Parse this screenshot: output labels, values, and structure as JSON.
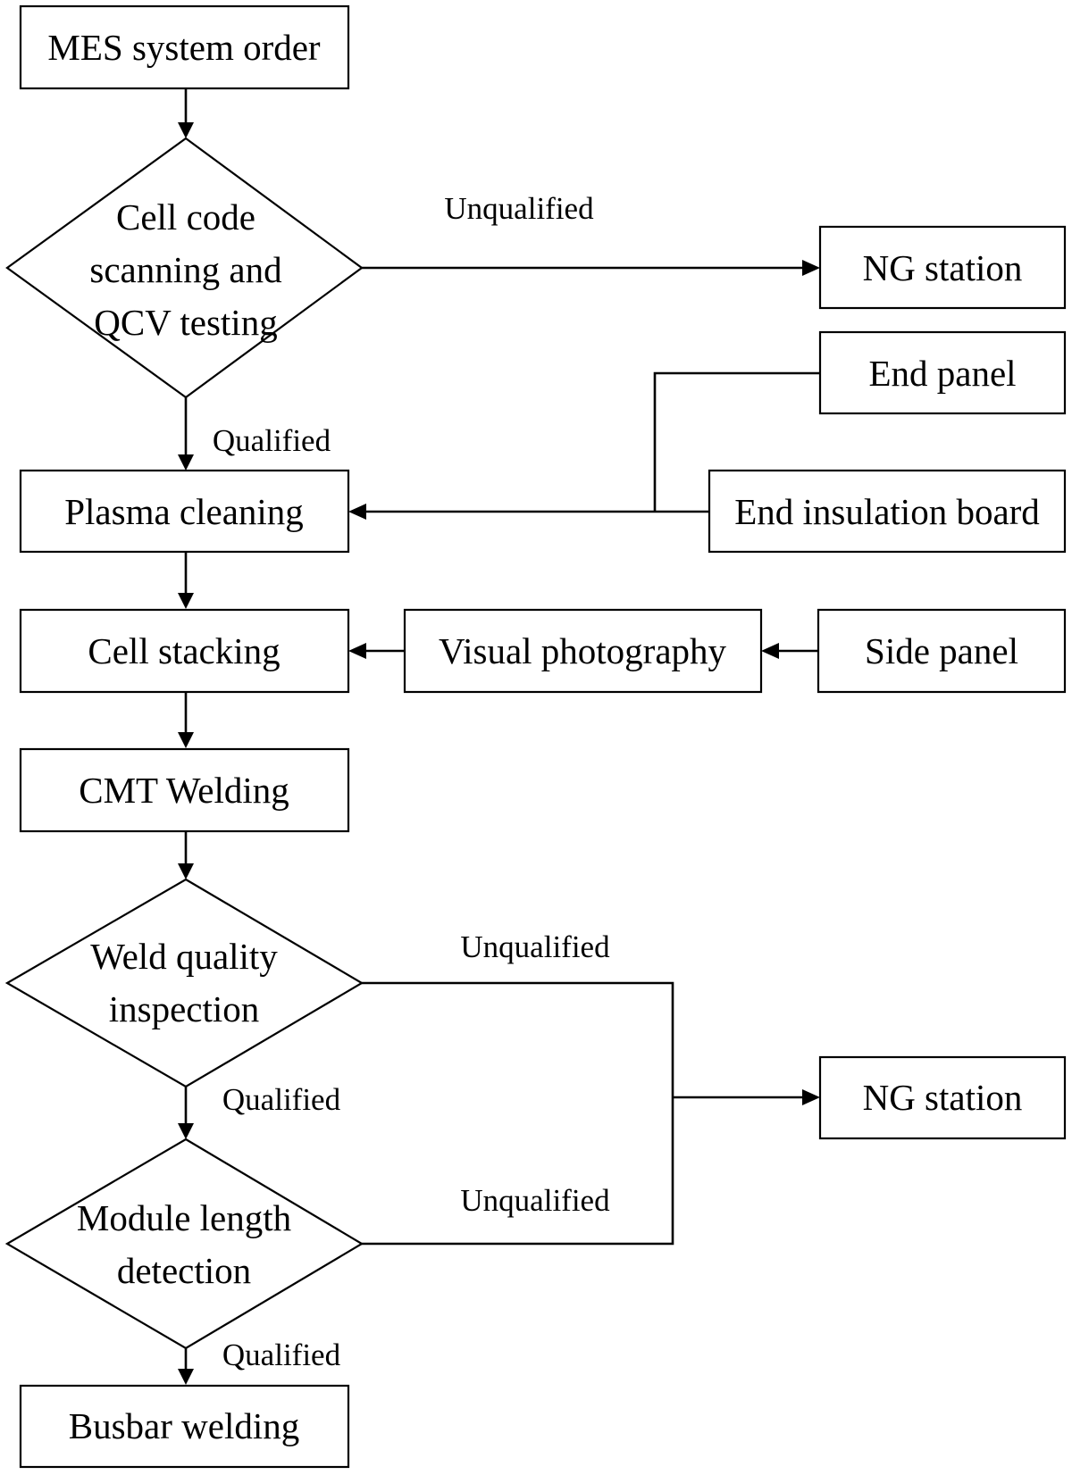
{
  "nodes": {
    "mes_order": "MES system order",
    "cell_scan": [
      "Cell code",
      "scanning and",
      "QCV testing"
    ],
    "ng_station_top": "NG station",
    "end_panel": "End panel",
    "end_insulation": "End insulation board",
    "plasma": "Plasma cleaning",
    "stacking": "Cell stacking",
    "visual": "Visual photography",
    "side_panel": "Side panel",
    "cmt": "CMT Welding",
    "weld_inspection": [
      "Weld quality",
      "inspection"
    ],
    "ng_station_bottom": "NG station",
    "length_detection": [
      "Module length",
      "detection"
    ],
    "busbar": "Busbar welding"
  },
  "edge_labels": {
    "scan_unqualified": "Unqualified",
    "scan_qualified": "Qualified",
    "weld_unqualified": "Unqualified",
    "weld_qualified": "Qualified",
    "length_unqualified": "Unqualified",
    "length_qualified": "Qualified"
  }
}
